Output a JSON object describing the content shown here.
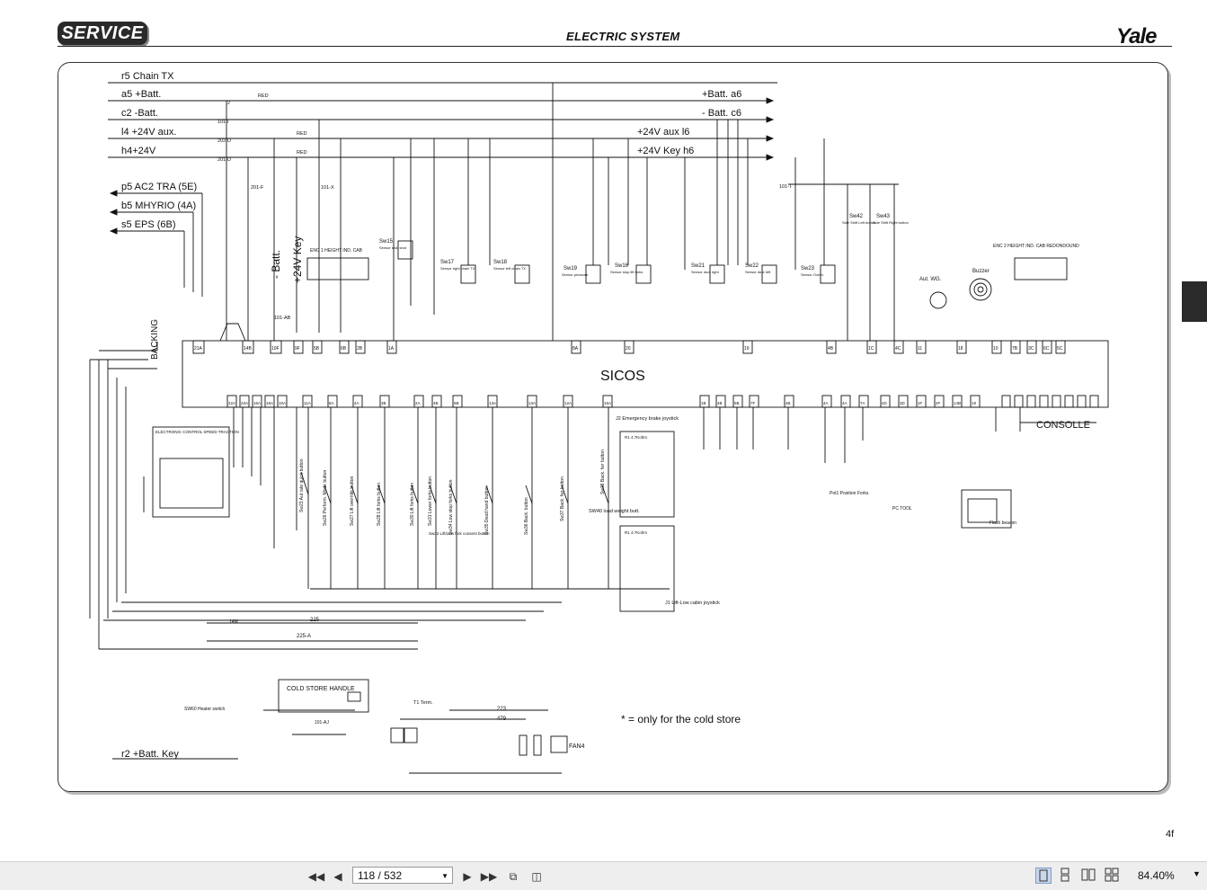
{
  "header": {
    "badge": "SERVICE",
    "title": "ELECTRIC SYSTEM",
    "brand": "Yale"
  },
  "diagram": {
    "left_lines": [
      "r5 Chain TX",
      "a5 +Batt.",
      "c2 -Batt.",
      "l4 +24V aux.",
      "h4+24V"
    ],
    "left_outputs": [
      "p5 AC2 TRA (5E)",
      "b5 MHYRIO (4A)",
      "s5 EPS (6B)"
    ],
    "right_lines": [
      "+Batt. a6",
      "- Batt. c6",
      "+24V aux l6",
      "+24V Key h6"
    ],
    "bottom_line": "r2 +Batt. Key",
    "main_unit": "SICOS",
    "console": "CONSOLLE",
    "backing": "BACKING",
    "minus_batt": "- Batt.",
    "plus_key": "+24V Key",
    "wire_labels": [
      "RED",
      "RED",
      "RED",
      "2",
      "101-I",
      "202-D",
      "201-D",
      "101-T",
      "101-X",
      "201-F",
      "101-AB"
    ],
    "sensors": [
      {
        "id": "Sw15",
        "desc": "Sensor seat shot"
      },
      {
        "id": "Sw17",
        "desc": "Sensor right chain TX"
      },
      {
        "id": "Sw18",
        "desc": "Sensor left chain TX"
      },
      {
        "id": "Sw19",
        "desc": "Sensor pressure"
      },
      {
        "id": "Sw16",
        "desc": "Sensor stop lift forks"
      },
      {
        "id": "Sw21",
        "desc": "Sensor door right"
      },
      {
        "id": "Sw22",
        "desc": "Sensor door left"
      },
      {
        "id": "Sw23",
        "desc": "Sensor Overh."
      },
      {
        "id": "Sw42",
        "desc": "Side Shift Left button"
      },
      {
        "id": "Sw43",
        "desc": "Side Shift Right button"
      }
    ],
    "enc1": "ENC 1 HEIGHT IND. CAB",
    "enc2": "ENC 2 HEIGHT IND. CAB REDONDOUND",
    "aut_wg": "Aut. WG.",
    "buzzer": "Buzzer",
    "top_pins": [
      "21A",
      "14B",
      "10F",
      "9F",
      "5B",
      "6B",
      "2B",
      "1A",
      "8A",
      "20",
      "19",
      "4B",
      "1C",
      "4C",
      "11",
      "18",
      "10",
      "7B",
      "3C",
      "6C",
      "5C"
    ],
    "bottom_pins": [
      "22A",
      "23A",
      "16A",
      "18A",
      "10A",
      "11A",
      "8A",
      "4A",
      "3B",
      "2A",
      "4B",
      "6B",
      "13A",
      "13A",
      "12A",
      "15A",
      "1B",
      "4B",
      "5B",
      "7F",
      "4B",
      "4A",
      "4A",
      "7A",
      "4D",
      "3D",
      "1F",
      "2F",
      "14B",
      "19"
    ],
    "buttons": [
      "Sw23 Aut rate quick button",
      "Sw26 Perform. Mode button",
      "Sw27 Lift override button",
      "Sw28 Lift forks button",
      "Sw30 Lift forks button",
      "Sw31 Lower forks button",
      "Sw34 Low stop forks button",
      "Sw35 Dead hand button",
      "Sw36 Back. button",
      "Sw37 Back. fwr button",
      "Sw38 Back. fwr button",
      "Sw32 Lift/Low fork consent button",
      "SW40 load weight butt."
    ],
    "traction": "ELECTRONIC CONTROL SPEED TRACTION",
    "j2": "J2 Emergency brake joystick",
    "j1": "J1 Lift-Low cabin joystick",
    "resistor": "R1 4.7Kohm",
    "pot": "Pot1 Position Forks",
    "pc_tool": "PC TOOL",
    "flash": "Flash beacon",
    "cold_store_handle": "COLD STORE HANDLE",
    "sw60": "SW60 Heater switch",
    "t1": "T1 Term.",
    "fan": "FAN4",
    "note": "*  = only for the cold store",
    "bottom_wires": [
      "225",
      "225-A",
      "14M",
      "223",
      "479",
      "101-AJ"
    ]
  },
  "page_number": "4f",
  "toolbar": {
    "page_value": "118 / 532",
    "zoom": "84.40%"
  },
  "icons": [
    "first-page-icon",
    "prev-page-icon",
    "next-page-icon",
    "last-page-icon",
    "fit-page-icon",
    "fit-width-icon",
    "single-page-icon",
    "continuous-icon",
    "two-page-icon",
    "two-page-continuous-icon"
  ]
}
